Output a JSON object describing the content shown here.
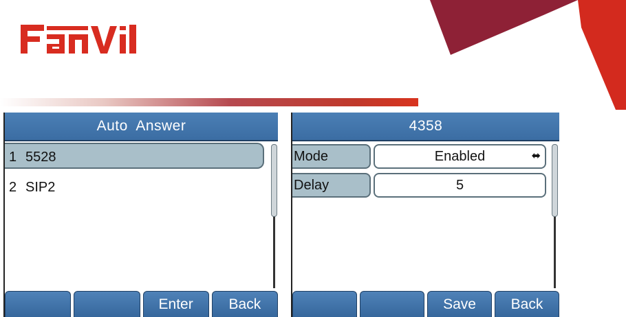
{
  "brand": {
    "logo_text": "Fanvil",
    "accent_color": "#d82c20",
    "secondary_color": "#8e2136"
  },
  "left_screen": {
    "title": "Auto  Answer",
    "items": [
      {
        "index": "1",
        "label": "5528",
        "selected": true
      },
      {
        "index": "2",
        "label": "SIP2",
        "selected": false
      }
    ],
    "softkeys": [
      "",
      "",
      "Enter",
      "Back"
    ]
  },
  "right_screen": {
    "title": "4358",
    "fields": [
      {
        "label": "Mode",
        "value": "Enabled",
        "icon": "left-right-arrow-icon"
      },
      {
        "label": "Delay",
        "value": "5"
      }
    ],
    "softkeys": [
      "",
      "",
      "Save",
      "Back"
    ]
  }
}
